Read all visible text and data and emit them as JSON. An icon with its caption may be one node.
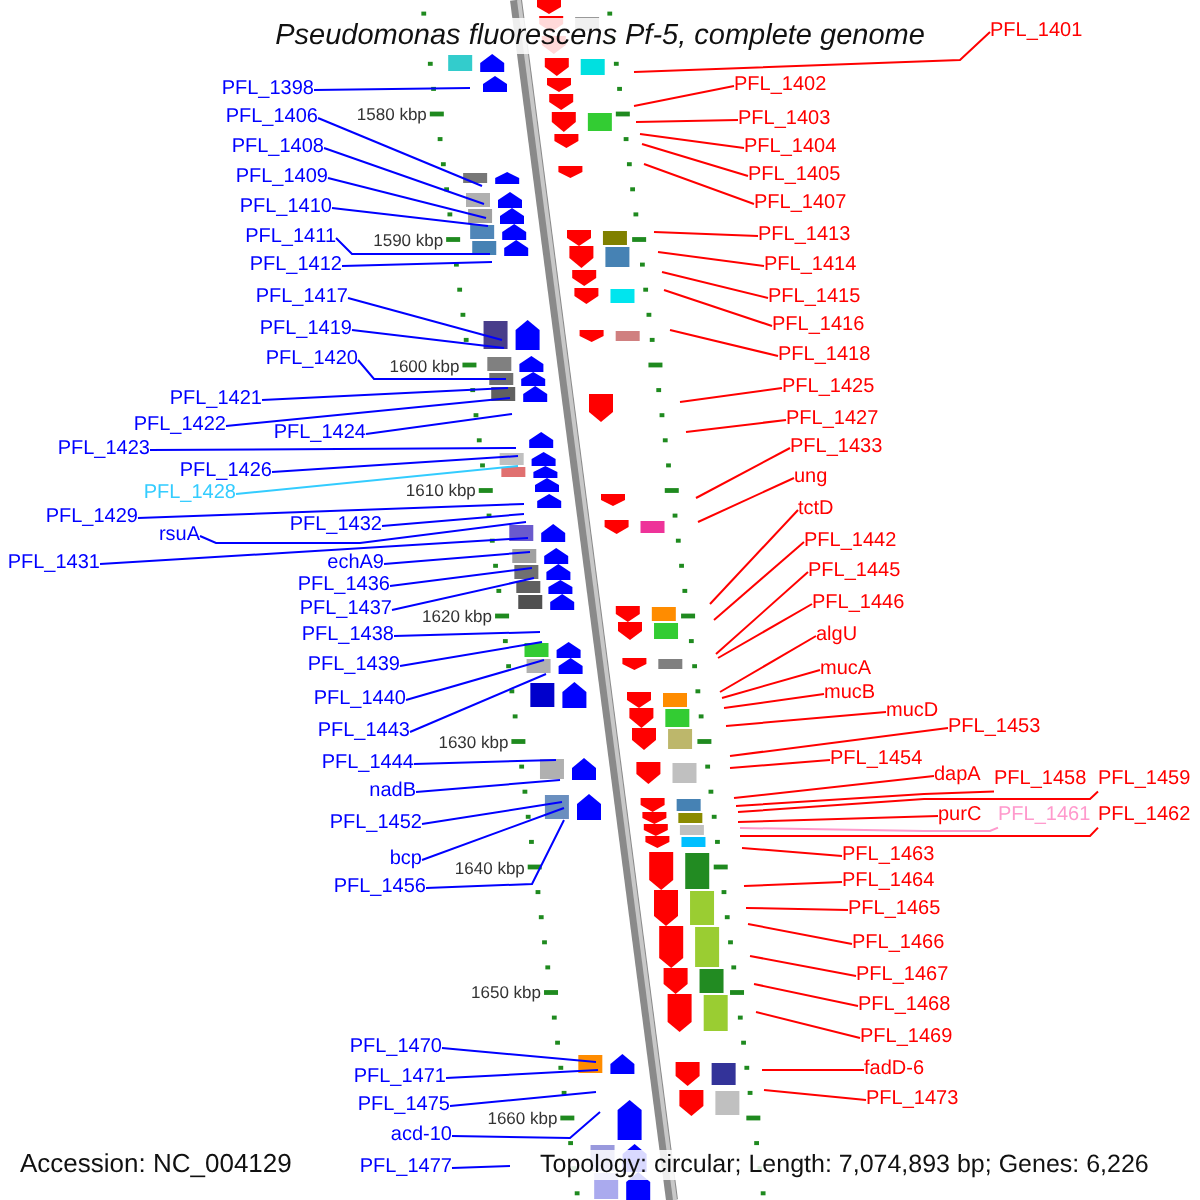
{
  "diagram": {
    "title": "Pseudomonas fluorescens Pf-5, complete genome",
    "nodes": [
      {
        "text": [
          "PFL_1401"
        ]
      },
      {
        "text": [
          "PFL_1402"
        ]
      },
      {
        "text": [
          "PFL_1398"
        ]
      },
      {
        "text": [
          "PFL_1406"
        ]
      },
      {
        "text": [
          "PFL_1403"
        ]
      },
      {
        "text": [
          "PFL_1408"
        ]
      },
      {
        "text": [
          "PFL_1404"
        ]
      },
      {
        "text": [
          "PFL_1405"
        ]
      },
      {
        "text": [
          "PFL_1409"
        ]
      },
      {
        "text": [
          "PFL_1407"
        ]
      },
      {
        "text": [
          "PFL_1410"
        ]
      },
      {
        "text": [
          "PFL_1413"
        ]
      },
      {
        "text": [
          "PFL_1411"
        ]
      },
      {
        "text": [
          "PFL_1412"
        ]
      },
      {
        "text": [
          "PFL_1414"
        ]
      },
      {
        "text": [
          "PFL_1417"
        ]
      },
      {
        "text": [
          "PFL_1415"
        ]
      },
      {
        "text": [
          "PFL_1416"
        ]
      },
      {
        "text": [
          "PFL_1419"
        ]
      },
      {
        "text": [
          "PFL_1418"
        ]
      },
      {
        "text": [
          "PFL_1420"
        ]
      },
      {
        "text": [
          "PFL_1425"
        ]
      },
      {
        "text": [
          "PFL_1421"
        ]
      },
      {
        "text": [
          "PFL_1427"
        ]
      },
      {
        "text": [
          "PFL_1422"
        ]
      },
      {
        "text": [
          "PFL_1424"
        ]
      },
      {
        "text": [
          "PFL_1433"
        ]
      },
      {
        "text": [
          "PFL_1423"
        ]
      },
      {
        "text": [
          "PFL_1426"
        ]
      },
      {
        "text": [
          "ung"
        ]
      },
      {
        "text": [
          "PFL_1428"
        ]
      },
      {
        "text": [
          "tctD"
        ]
      },
      {
        "text": [
          "PFL_1432"
        ]
      },
      {
        "text": [
          "PFL_1429"
        ]
      },
      {
        "text": [
          "rsuA"
        ]
      },
      {
        "text": [
          "PFL_1442"
        ]
      },
      {
        "text": [
          "PFL_1431"
        ]
      },
      {
        "text": [
          "echA9"
        ]
      },
      {
        "text": [
          "PFL_1445"
        ]
      },
      {
        "text": [
          "PFL_1436"
        ]
      },
      {
        "text": [
          "PFL_1437"
        ]
      },
      {
        "text": [
          "PFL_1446"
        ]
      },
      {
        "text": [
          "PFL_1438"
        ]
      },
      {
        "text": [
          "algU"
        ]
      },
      {
        "text": [
          "PFL_1439"
        ]
      },
      {
        "text": [
          "mucA"
        ]
      },
      {
        "text": [
          "mucB"
        ]
      },
      {
        "text": [
          "PFL_1440"
        ]
      },
      {
        "text": [
          "mucD"
        ]
      },
      {
        "text": [
          "PFL_1453"
        ]
      },
      {
        "text": [
          "PFL_1443"
        ]
      },
      {
        "text": [
          "PFL_1454"
        ]
      },
      {
        "text": [
          "PFL_1444"
        ]
      },
      {
        "text": [
          "dapA"
        ]
      },
      {
        "text": [
          "PFL_1458"
        ]
      },
      {
        "text": [
          "PFL_1459"
        ]
      },
      {
        "text": [
          "nadB"
        ]
      },
      {
        "text": [
          "purC"
        ]
      },
      {
        "text": [
          "PFL_1461"
        ]
      },
      {
        "text": [
          "PFL_1462"
        ]
      },
      {
        "text": [
          "PFL_1452"
        ]
      },
      {
        "text": [
          "PFL_1463"
        ]
      },
      {
        "text": [
          "bcp"
        ]
      },
      {
        "text": [
          "PFL_1464"
        ]
      },
      {
        "text": [
          "PFL_1456"
        ]
      },
      {
        "text": [
          "PFL_1465"
        ]
      },
      {
        "text": [
          "PFL_1466"
        ]
      },
      {
        "text": [
          "PFL_1467"
        ]
      },
      {
        "text": [
          "PFL_1468"
        ]
      },
      {
        "text": [
          "PFL_1469"
        ]
      },
      {
        "text": [
          "PFL_1470"
        ]
      },
      {
        "text": [
          "fadD-6"
        ]
      },
      {
        "text": [
          "PFL_1471"
        ]
      },
      {
        "text": [
          "PFL_1473"
        ]
      },
      {
        "text": [
          "PFL_1475"
        ]
      },
      {
        "text": [
          "acd-10"
        ]
      },
      {
        "text": [
          "PFL_1477"
        ]
      }
    ],
    "edges": [
      {
        "from": 0,
        "to": null,
        "arrow": "none"
      },
      {
        "from": 1,
        "to": null,
        "arrow": "none"
      },
      {
        "from": 2,
        "to": null,
        "arrow": "none",
        "color": "#0000ff"
      },
      {
        "from": 3,
        "to": null,
        "arrow": "none",
        "color": "#0000ff"
      },
      {
        "from": 4,
        "to": null,
        "arrow": "none"
      },
      {
        "from": 5,
        "to": null,
        "arrow": "none",
        "color": "#0000ff"
      },
      {
        "from": 6,
        "to": null,
        "arrow": "none"
      },
      {
        "from": 7,
        "to": null,
        "arrow": "none"
      },
      {
        "from": 8,
        "to": null,
        "arrow": "none",
        "color": "#0000ff"
      },
      {
        "from": 9,
        "to": null,
        "arrow": "none"
      },
      {
        "from": 10,
        "to": null,
        "arrow": "none",
        "color": "#0000ff"
      },
      {
        "from": 11,
        "to": null,
        "arrow": "none"
      },
      {
        "from": 12,
        "to": null,
        "arrow": "none",
        "color": "#0000ff"
      },
      {
        "from": 13,
        "to": null,
        "arrow": "none",
        "color": "#0000ff"
      },
      {
        "from": 14,
        "to": null,
        "arrow": "none"
      },
      {
        "from": 15,
        "to": null,
        "arrow": "none",
        "color": "#0000ff"
      },
      {
        "from": 16,
        "to": null,
        "arrow": "none"
      },
      {
        "from": 17,
        "to": null,
        "arrow": "none"
      },
      {
        "from": 18,
        "to": null,
        "arrow": "none",
        "color": "#0000ff"
      },
      {
        "from": 19,
        "to": null,
        "arrow": "none"
      },
      {
        "from": 20,
        "to": null,
        "arrow": "none",
        "color": "#0000ff"
      },
      {
        "from": 21,
        "to": null,
        "arrow": "none"
      },
      {
        "from": 22,
        "to": null,
        "arrow": "none",
        "color": "#0000ff"
      },
      {
        "from": 23,
        "to": null,
        "arrow": "none"
      },
      {
        "from": 24,
        "to": null,
        "arrow": "none",
        "color": "#0000ff"
      },
      {
        "from": 25,
        "to": null,
        "arrow": "none",
        "color": "#0000ff"
      },
      {
        "from": 26,
        "to": null,
        "arrow": "none"
      },
      {
        "from": 27,
        "to": null,
        "arrow": "none",
        "color": "#0000ff"
      },
      {
        "from": 28,
        "to": null,
        "arrow": "none",
        "color": "#0000ff"
      },
      {
        "from": 29,
        "to": null,
        "arrow": "none"
      },
      {
        "from": 30,
        "to": null,
        "arrow": "none",
        "color": "#33ccff"
      },
      {
        "from": 31,
        "to": null,
        "arrow": "none"
      },
      {
        "from": 32,
        "to": null,
        "arrow": "none",
        "color": "#0000ff"
      },
      {
        "from": 33,
        "to": null,
        "arrow": "none",
        "color": "#0000ff"
      },
      {
        "from": 34,
        "to": null,
        "arrow": "none",
        "color": "#0000ff"
      },
      {
        "from": 35,
        "to": null,
        "arrow": "none"
      },
      {
        "from": 36,
        "to": null,
        "arrow": "none",
        "color": "#0000ff"
      },
      {
        "from": 37,
        "to": null,
        "arrow": "none",
        "color": "#0000ff"
      },
      {
        "from": 38,
        "to": null,
        "arrow": "none"
      },
      {
        "from": 39,
        "to": null,
        "arrow": "none",
        "color": "#0000ff"
      },
      {
        "from": 40,
        "to": null,
        "arrow": "none",
        "color": "#0000ff"
      },
      {
        "from": 41,
        "to": null,
        "arrow": "none"
      },
      {
        "from": 42,
        "to": null,
        "arrow": "none",
        "color": "#0000ff"
      },
      {
        "from": 43,
        "to": null,
        "arrow": "none"
      },
      {
        "from": 44,
        "to": null,
        "arrow": "none",
        "color": "#0000ff"
      },
      {
        "from": 45,
        "to": null,
        "arrow": "none"
      },
      {
        "from": 46,
        "to": null,
        "arrow": "none"
      },
      {
        "from": 47,
        "to": null,
        "arrow": "none",
        "color": "#0000ff"
      },
      {
        "from": 48,
        "to": null,
        "arrow": "none"
      },
      {
        "from": 49,
        "to": null,
        "arrow": "none"
      },
      {
        "from": 50,
        "to": null,
        "arrow": "none",
        "color": "#0000ff"
      },
      {
        "from": 51,
        "to": null,
        "arrow": "none"
      },
      {
        "from": 52,
        "to": null,
        "arrow": "none",
        "color": "#0000ff"
      },
      {
        "from": 53,
        "to": null,
        "arrow": "none"
      },
      {
        "from": 54,
        "to": null,
        "arrow": "none"
      },
      {
        "from": 55,
        "to": null,
        "arrow": "none"
      },
      {
        "from": 56,
        "to": null,
        "arrow": "none",
        "color": "#0000ff"
      },
      {
        "from": 57,
        "to": null,
        "arrow": "none"
      },
      {
        "from": 58,
        "to": null,
        "arrow": "none",
        "color": "#ff99cc"
      },
      {
        "from": 59,
        "to": null,
        "arrow": "none"
      },
      {
        "from": 60,
        "to": null,
        "arrow": "none",
        "color": "#0000ff"
      },
      {
        "from": 61,
        "to": null,
        "arrow": "none"
      },
      {
        "from": 62,
        "to": null,
        "arrow": "none",
        "color": "#0000ff"
      },
      {
        "from": 63,
        "to": null,
        "arrow": "none"
      },
      {
        "from": 64,
        "to": null,
        "arrow": "none",
        "color": "#0000ff"
      },
      {
        "from": 65,
        "to": null,
        "arrow": "none"
      },
      {
        "from": 66,
        "to": null,
        "arrow": "none"
      },
      {
        "from": 67,
        "to": null,
        "arrow": "none"
      },
      {
        "from": 68,
        "to": null,
        "arrow": "none"
      },
      {
        "from": 69,
        "to": null,
        "arrow": "none"
      },
      {
        "from": 70,
        "to": null,
        "arrow": "none",
        "color": "#0000ff"
      },
      {
        "from": 71,
        "to": null,
        "arrow": "none"
      },
      {
        "from": 72,
        "to": null,
        "arrow": "none",
        "color": "#0000ff"
      },
      {
        "from": 73,
        "to": null,
        "arrow": "none"
      },
      {
        "from": 74,
        "to": null,
        "arrow": "none",
        "color": "#0000ff"
      },
      {
        "from": 75,
        "to": null,
        "arrow": "none",
        "color": "#0000ff"
      },
      {
        "from": 76,
        "to": null,
        "arrow": "none",
        "color": "#0000ff"
      }
    ],
    "labels": [
      "1580 kbp",
      "1590 kbp",
      "1600 kbp",
      "1610 kbp",
      "1620 kbp",
      "1630 kbp",
      "1640 kbp",
      "1650 kbp",
      "1660 kbp",
      "Accession: NC_004129",
      "Topology: circular; Length: 7,074,893 bp; Genes: 6,226"
    ]
  }
}
